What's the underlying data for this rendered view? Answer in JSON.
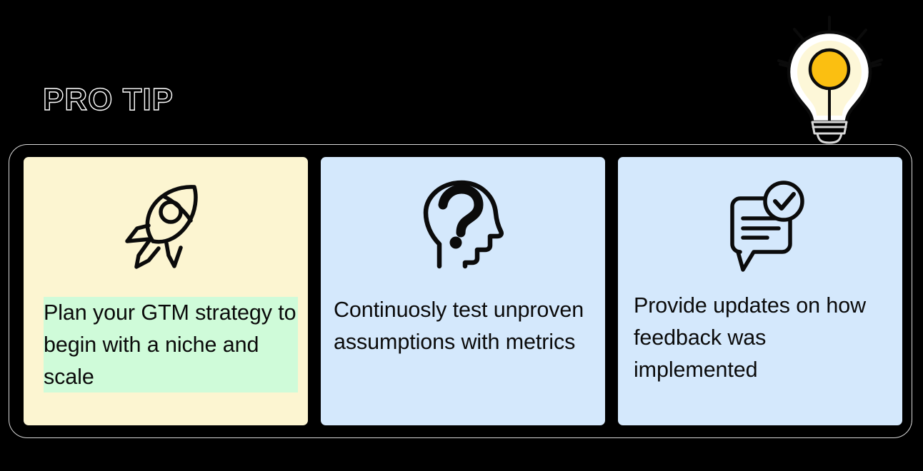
{
  "header": {
    "title": "PRO TIP",
    "icon": "lightbulb-icon"
  },
  "colors": {
    "background": "#000000",
    "panel_border": "#d8d8d8",
    "card_yellow": "#FCF5D1",
    "card_green": "#CFFBD9",
    "card_blue": "#D4E8FC",
    "bulb_amber": "#FBBF11",
    "bulb_glow": "#FDF7D8",
    "bulb_white": "#FFFFFF",
    "ink": "#0b0b0b",
    "title_outline": "#FFFFFF"
  },
  "cards": [
    {
      "icon": "rocket-icon",
      "text": "Plan your GTM strategy to begin with a niche and scale",
      "background": "#FCF5D1"
    },
    {
      "icon": "head-question-mark-icon",
      "text": "Continuosly test unproven assumptions with metrics",
      "background": "#CFFBD9"
    },
    {
      "icon": "feedback-check-icon",
      "text": "Provide updates on how feedback was implemented",
      "background": "#D4E8FC"
    }
  ]
}
